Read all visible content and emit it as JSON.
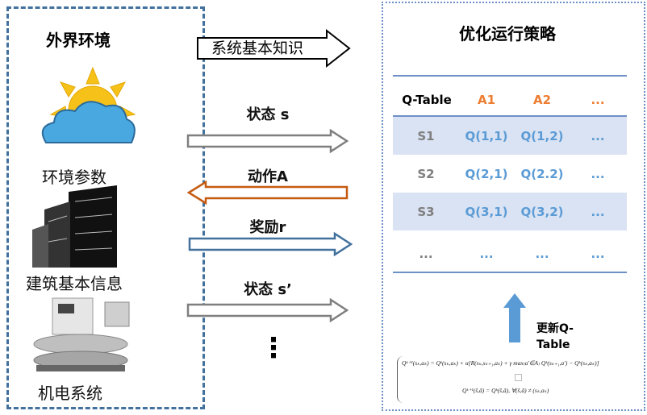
{
  "left": {
    "title": "外界环境",
    "items": [
      "环境参数",
      "建筑基本信息",
      "机电系统"
    ]
  },
  "arrows": {
    "knowledge": "系统基本知识",
    "state": "状态 s",
    "action": "动作A",
    "reward": "奖励r",
    "next_state": "状态 s’",
    "more": "⋮"
  },
  "right": {
    "title": "优化运行策略",
    "table": {
      "headers": [
        "Q-Table",
        "A1",
        "A2",
        "..."
      ],
      "rows": [
        [
          "S1",
          "Q(1,1)",
          "Q(1,2)",
          "..."
        ],
        [
          "S2",
          "Q(2,1)",
          "Q(2.2)",
          "..."
        ],
        [
          "S3",
          "Q(3,1)",
          "Q(3,2)",
          "..."
        ],
        [
          "...",
          "...",
          "...",
          "..."
        ]
      ]
    },
    "update_label": "更新Q-Table",
    "formula_1": "Qᵏ⁺¹(sₖ,aₖ) = Qᵏ(sₖ,aₖ) + α[R(sₖ,sₖ₊₁,aₖ) + γ max₍a′∈A₎ Qᵏ(sₖ₊₁,a′) − Qᵏ(sₖ,aₖ)]",
    "formula_2": "Qᵏ⁺¹(s̃,ã) = Qᵏ(s̃,ã), ∀(s̃,ã) ≠ (sₖ,aₖ)"
  },
  "colors": {
    "orange": "#ed7d31",
    "blue": "#5b9bd5",
    "gray": "#7f7f7f",
    "shade": "#dae3f3",
    "action_arrow": "#c55a11",
    "reward_arrow": "#41719c"
  }
}
